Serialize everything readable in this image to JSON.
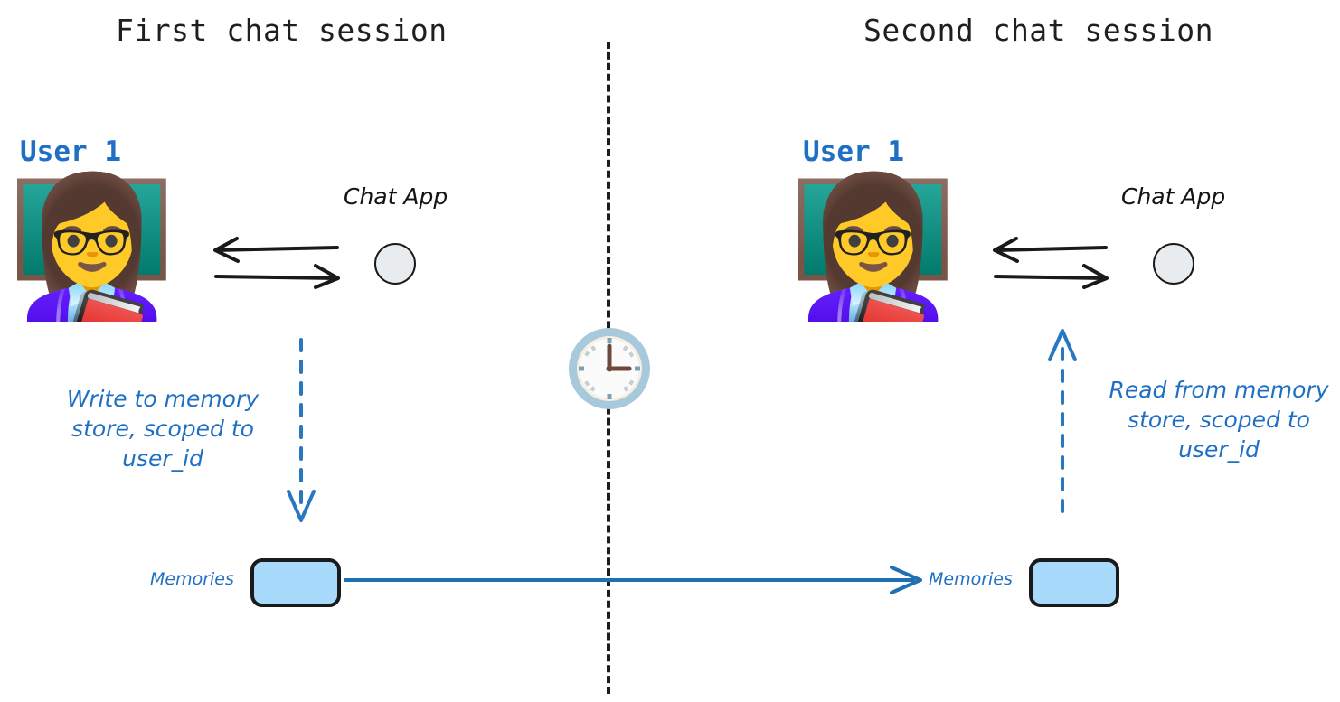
{
  "diagram": {
    "type": "flow-diagram",
    "background_color": "#ffffff",
    "accent_blue": "#1f6fc4",
    "memory_box_fill": "#a8dafb",
    "chat_node_fill": "#e9ecef",
    "line_black": "#1a1a1a"
  },
  "sessions": {
    "left": {
      "title": "First chat session",
      "user_label": "User 1",
      "avatar_icon": "👩‍🏫",
      "chat_app_label": "Chat App",
      "annotation": "Write to memory store, scoped to user_id",
      "annotation_lines": [
        "Write to memory",
        "store, scoped to",
        "user_id"
      ],
      "memories_label": "Memories",
      "arrow_direction": "down"
    },
    "right": {
      "title": "Second chat session",
      "user_label": "User 1",
      "avatar_icon": "👩‍🏫",
      "chat_app_label": "Chat App",
      "annotation": "Read from memory store, scoped to user_id",
      "annotation_lines": [
        "Read from memory",
        "store, scoped to",
        "user_id"
      ],
      "memories_label": "Memories",
      "arrow_direction": "up"
    }
  },
  "divider": {
    "style": "dashed-vertical",
    "color": "#1c1c1c"
  },
  "clock": {
    "icon_name": "clock-icon",
    "time_shown": "3:00",
    "rim_color": "#a8c9dc",
    "face_color": "#fbfbfb",
    "hand_color": "#6b4a3a"
  },
  "connector": {
    "label": "",
    "color": "#1f6fb5",
    "direction": "left-to-right"
  }
}
